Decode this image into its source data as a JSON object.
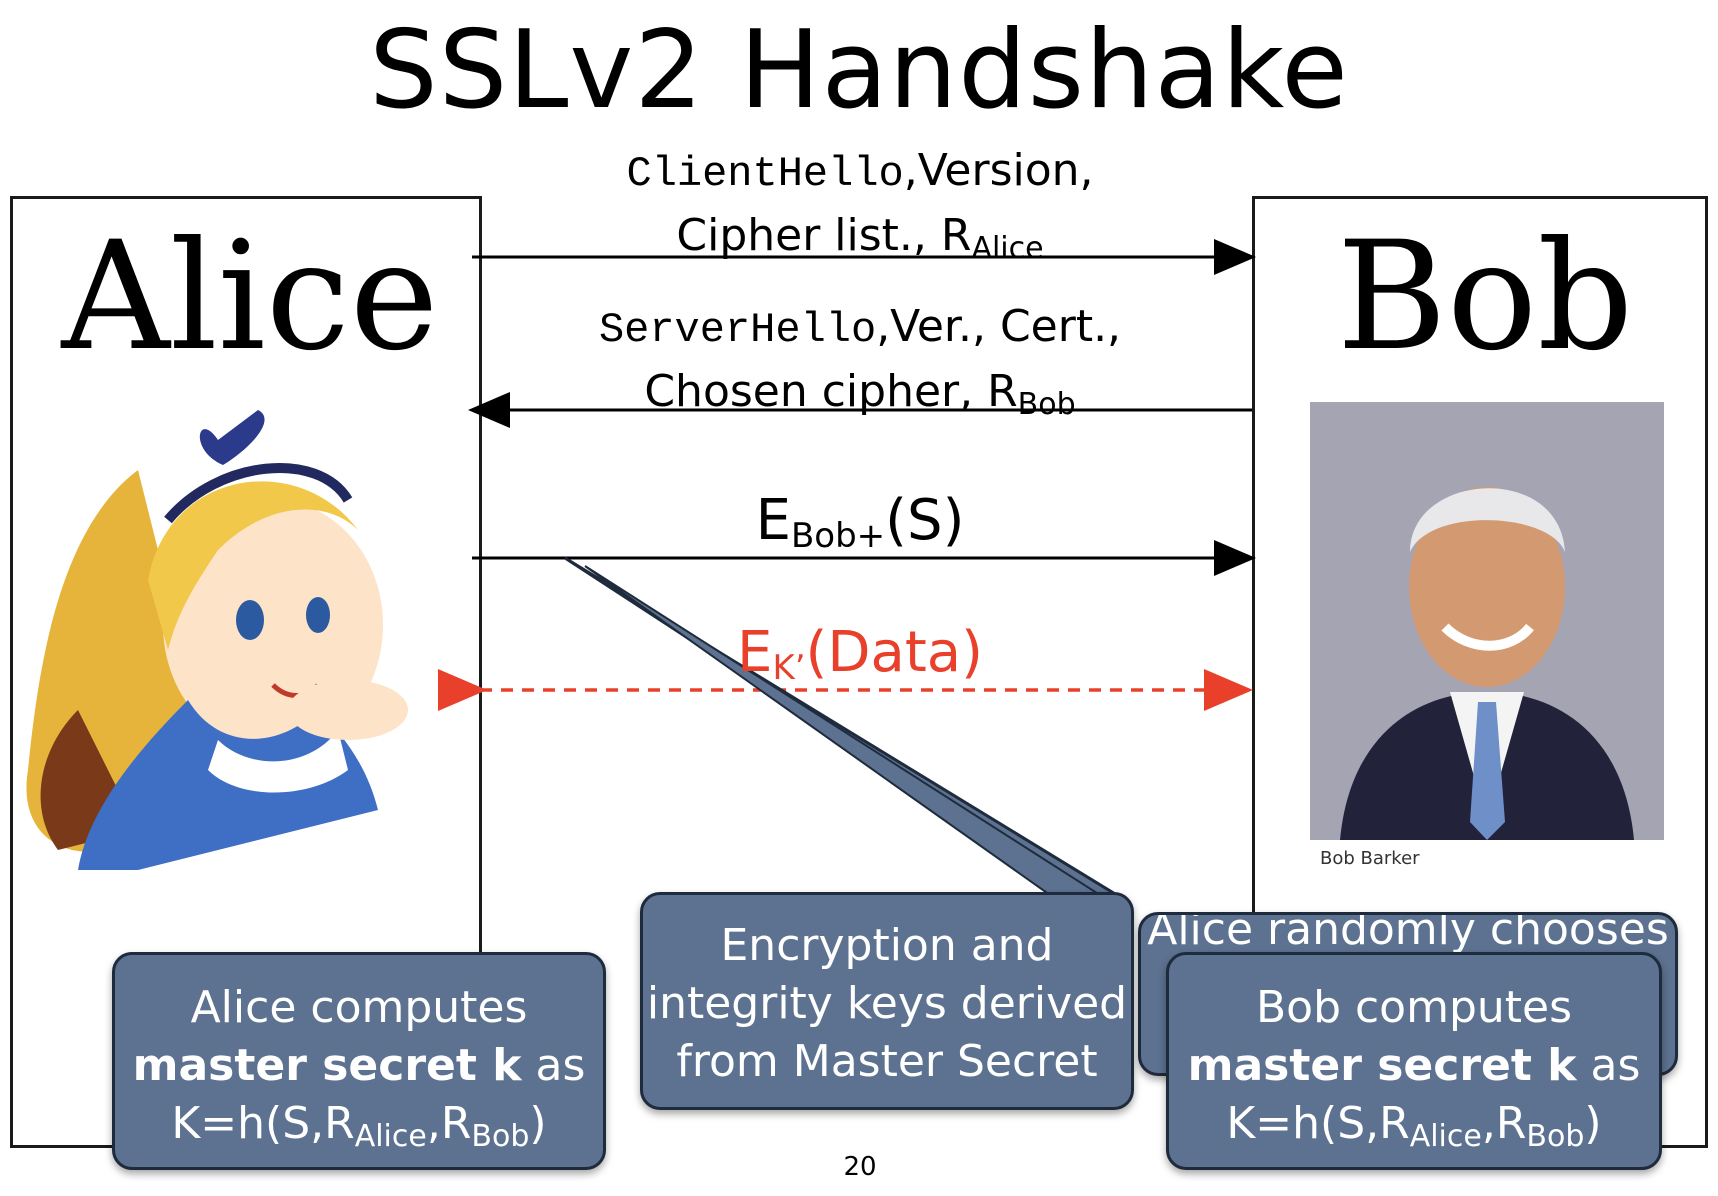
{
  "title": "SSLv2 Handshake",
  "alice": {
    "name": "Alice"
  },
  "bob": {
    "name": "Bob",
    "photo_caption": "Bob Barker"
  },
  "messages": {
    "m1": {
      "cmd": "ClientHello",
      "line1_rest": ",Version,",
      "line2": "Cipher list., R",
      "sub": "Alice"
    },
    "m2": {
      "cmd": "ServerHello",
      "line1_rest": ",Ver., Cert.,",
      "line2": "Chosen cipher, R",
      "sub": "Bob"
    },
    "m3": {
      "main": "E",
      "sub": "Bob+",
      "rest": "(S)"
    },
    "m4": {
      "main": "E",
      "sub": "K’",
      "rest": "(Data)"
    }
  },
  "callouts": {
    "alice": {
      "line1": "Alice computes",
      "bold": "master secret k",
      "line2_rest": " as",
      "formula_a": "K=h(S,R",
      "sub1": "Alice",
      "formula_b": ",R",
      "sub2": "Bob",
      "formula_c": ")"
    },
    "keys": {
      "line1": "Encryption and",
      "line2": "integrity keys derived",
      "line3": "from Master Secret"
    },
    "hidden": {
      "text": "Alice randomly chooses S,"
    },
    "bob": {
      "line1": "Bob computes",
      "bold": "master secret k",
      "line2_rest": " as",
      "formula_a": "K=h(S,R",
      "sub1": "Alice",
      "formula_b": ",R",
      "sub2": "Bob",
      "formula_c": ")"
    }
  },
  "page_number": "20",
  "colors": {
    "accent_red": "#e8402a",
    "callout_fill": "#5d7290"
  }
}
